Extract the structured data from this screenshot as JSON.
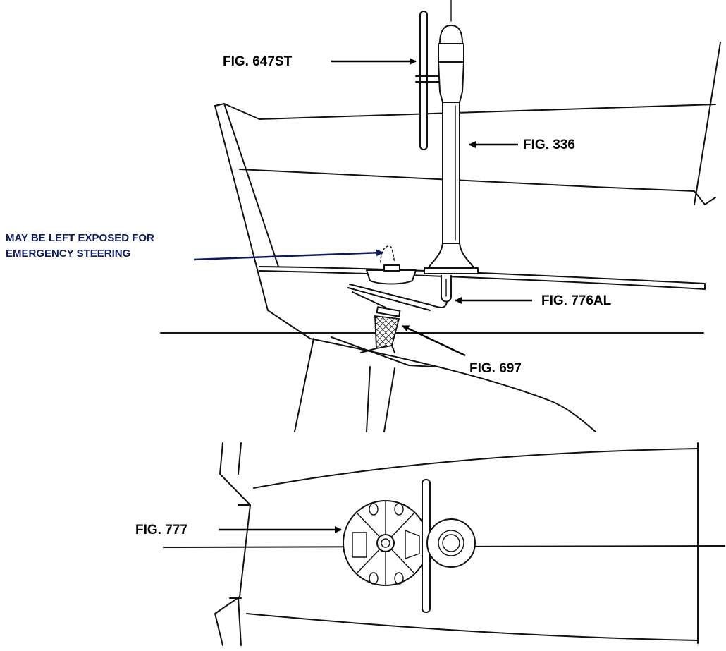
{
  "labels": {
    "fig_647st": "FIG. 647ST",
    "fig_336": "FIG. 336",
    "emergency_line1": "MAY BE LEFT EXPOSED FOR",
    "emergency_line2": "EMERGENCY STEERING",
    "fig_776al": "FIG. 776AL",
    "fig_697": "FIG. 697",
    "fig_777": "FIG. 777"
  },
  "colors": {
    "label_main": "#000000",
    "label_note": "#0d1a5c",
    "line_art": "#111111"
  }
}
